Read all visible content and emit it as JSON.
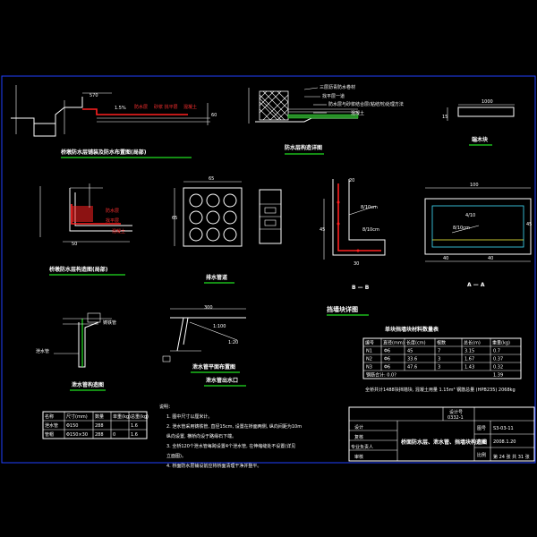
{
  "drawing": {
    "view_titles": {
      "section_top": "桥墩防水层铺装及防水布置图(局部)",
      "layer_detail": "防水层构造详图",
      "block": "端木块",
      "wall_detail": "桥墩防水层构造图(局部)",
      "drain_plan": "排水管道",
      "pipe_elev": "泄水管构造图",
      "pipe_plan": "泄水管平面布置图",
      "drain_outlet": "泄水管出水口",
      "retaining": "挡墙块详图",
      "section_a": "A — A",
      "section_b": "B — B"
    },
    "callouts": {
      "red_1": "防水层",
      "red_2": "砂浆 找平层",
      "red_3": "混凝土",
      "layer_1": "三层沥青防水卷材",
      "layer_2": "找平层一道",
      "layer_3": "防水层与砂浆结合层(粘结剂)处理方法",
      "layer_4": "混凝土",
      "pipe_1": "泄水管",
      "pipe_2": "铸铁管",
      "pipe_3": "1:100",
      "pipe_4": "1:20"
    }
  },
  "rebar_table": {
    "title": "单块挡墙块材料数量表",
    "headers": [
      "编号",
      "直径(mm)",
      "长度(cm)",
      "根数",
      "总长(m)",
      "重量(kg)"
    ],
    "rows": [
      [
        "N1",
        "Φ6",
        "45",
        "7",
        "3.15",
        "0.7"
      ],
      [
        "N2",
        "Φ6",
        "33.6",
        "3",
        "1.67",
        "0.37"
      ],
      [
        "N3",
        "Φ6",
        "47.6",
        "3",
        "1.43",
        "0.32"
      ]
    ],
    "total_row": [
      "钢筋合计: 0.0?",
      "1.39"
    ],
    "footer": "全桥共计1488块挡墙块, 混凝土用量 1.15m³  钢筋总量 (HPB235) 2068kg"
  },
  "small_table": {
    "headers": [
      "名称",
      "尺寸(mm)",
      "数量",
      "单重(kg)",
      "总重(kg)"
    ],
    "rows": [
      [
        "泄水管",
        "Φ150",
        "288",
        "",
        "1.6"
      ],
      [
        "管帽",
        "Φ150×30",
        "288",
        "0",
        "1.6"
      ]
    ]
  },
  "notes": {
    "heading": "说明：",
    "items": [
      "1. 图中尺寸以厘米计。",
      "2. 泄水管采用铸铁管, 直径15cm, 设置在桥面两侧, 纵向间距为10m",
      "   纵向设置, 横桥向设于路缘石下端。",
      "3. 全桥120个泄水管每跨设置4个泄水管, 在伸缩缝处不设置(详见",
      "   立面图)。",
      "4. 桥面防水层铺设前应将桥面清理干净并整平。"
    ]
  },
  "title_block": {
    "design_no": "设计号",
    "design_no_value": "0332-1",
    "drawing_name": "桥面防水层、泄水管、挡墙块构造图",
    "left_labels": [
      "设计",
      "复核",
      "专业负责人",
      "审核"
    ],
    "right_labels": [
      "图号",
      "日期",
      "比例"
    ],
    "right_values": [
      "S3-03-11",
      "2008.1.20",
      ""
    ],
    "sheet": "第 24 张 共 31 张"
  },
  "colors": {
    "background": "#000000",
    "frame": "#2040ff",
    "lines": "#ffffff",
    "accent_red": "#ff2020",
    "accent_green": "#20e020",
    "accent_cyan": "#40e0ff"
  }
}
